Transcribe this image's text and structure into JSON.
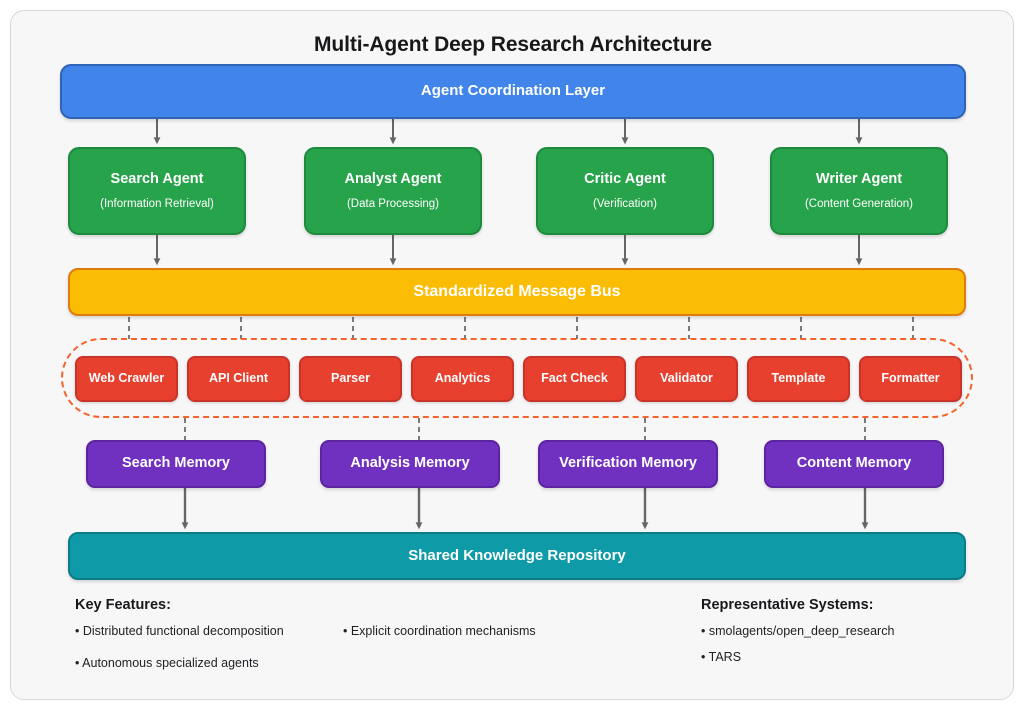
{
  "diagram": {
    "title": "Multi-Agent Deep Research Architecture",
    "coordination_layer": {
      "label": "Agent Coordination Layer",
      "color": "#4285ea"
    },
    "agents": {
      "color": "#27a34b",
      "items": [
        {
          "name": "Search Agent",
          "subtitle": "(Information Retrieval)"
        },
        {
          "name": "Analyst Agent",
          "subtitle": "(Data Processing)"
        },
        {
          "name": "Critic Agent",
          "subtitle": "(Verification)"
        },
        {
          "name": "Writer Agent",
          "subtitle": "(Content Generation)"
        }
      ]
    },
    "message_bus": {
      "label": "Standardized Message Bus",
      "color": "#fbbc04"
    },
    "tools": {
      "color": "#e8402f",
      "frame_color": "#f4632a",
      "items": [
        {
          "label": "Web Crawler"
        },
        {
          "label": "API Client"
        },
        {
          "label": "Parser"
        },
        {
          "label": "Analytics"
        },
        {
          "label": "Fact Check"
        },
        {
          "label": "Validator"
        },
        {
          "label": "Template"
        },
        {
          "label": "Formatter"
        }
      ]
    },
    "memories": {
      "color": "#7030c0",
      "items": [
        {
          "label": "Search Memory"
        },
        {
          "label": "Analysis Memory"
        },
        {
          "label": "Verification Memory"
        },
        {
          "label": "Content Memory"
        }
      ]
    },
    "repository": {
      "label": "Shared Knowledge Repository",
      "color": "#0e9aa7"
    }
  },
  "footer": {
    "key_features": {
      "heading": "Key Features:",
      "items": [
        "• Distributed functional decomposition",
        "• Explicit coordination mechanisms",
        "• Autonomous specialized agents"
      ]
    },
    "representative_systems": {
      "heading": "Representative Systems:",
      "items": [
        "• smolagents/open_deep_research",
        "• TARS"
      ]
    }
  }
}
